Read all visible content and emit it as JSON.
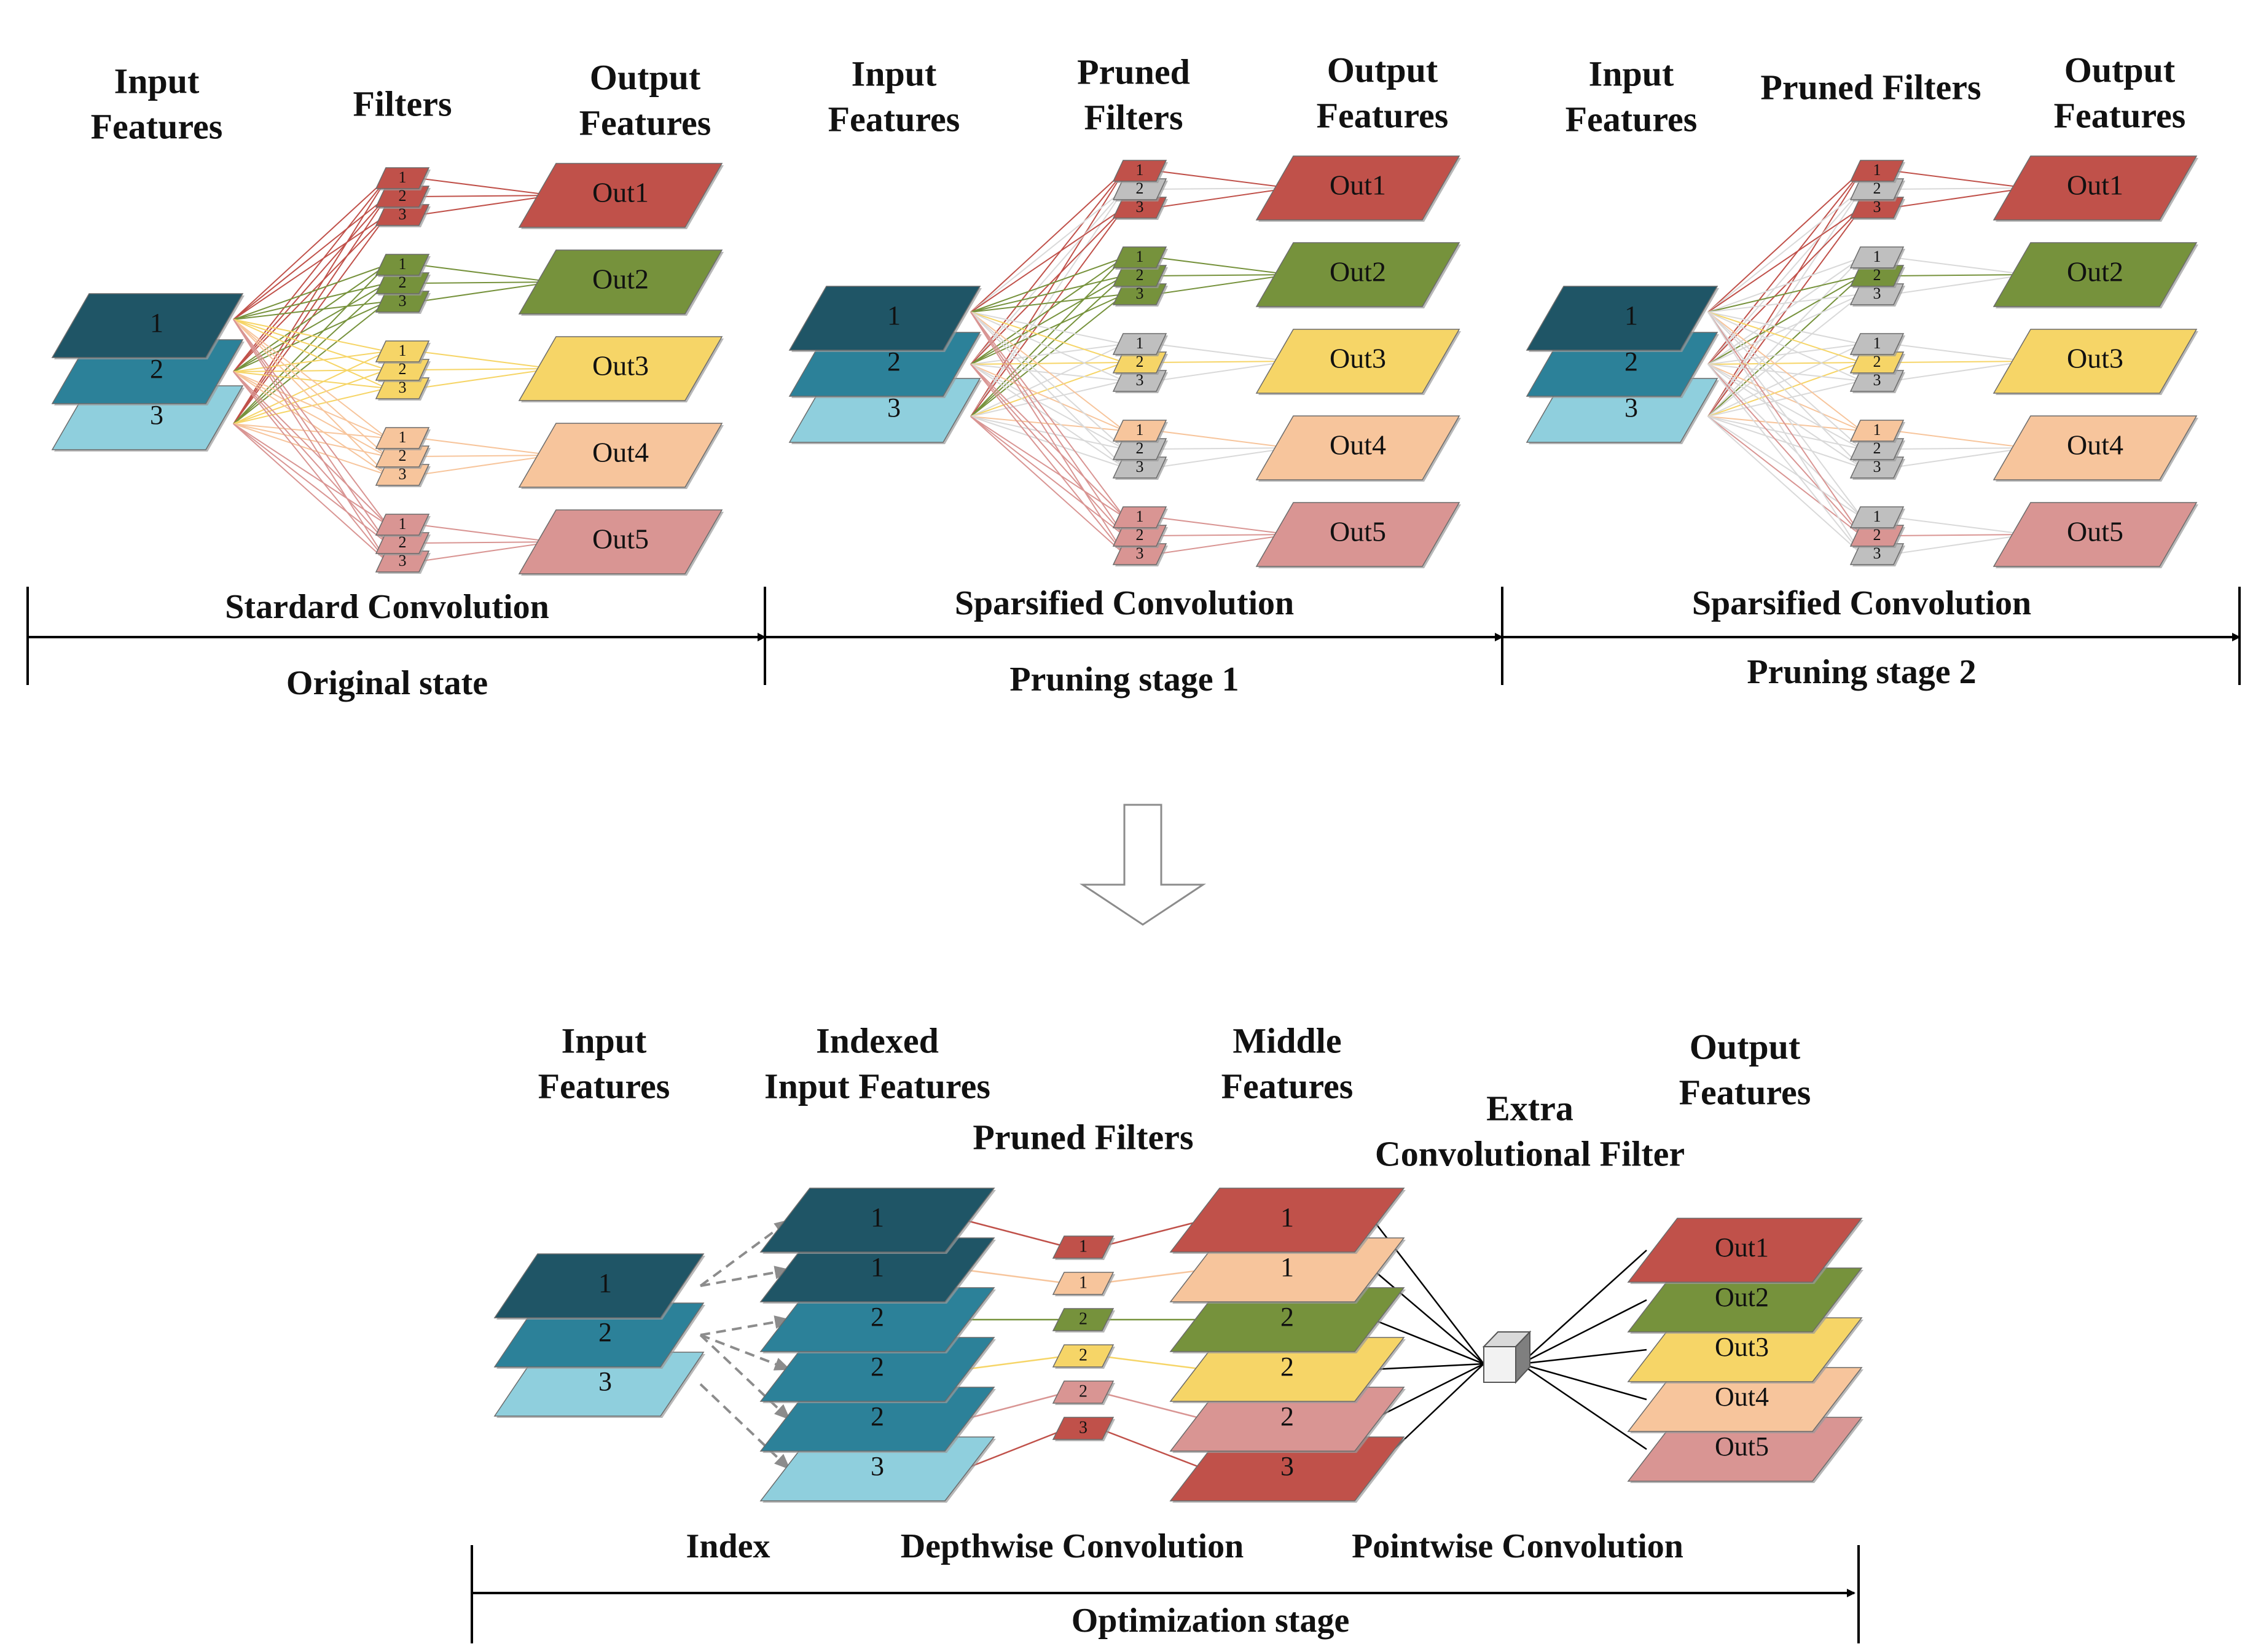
{
  "colors": {
    "feat1": "#1f5566",
    "feat2": "#2c8199",
    "feat3": "#8fcfdd",
    "red": "#c0514a",
    "green": "#76923c",
    "yellow": "#f6d567",
    "peach": "#f7c59c",
    "pink": "#d99593",
    "gray": "#bfbfbf",
    "line_dark": "#000000"
  },
  "panel1": {
    "input_label": [
      "Input",
      "Features"
    ],
    "filters_label": [
      "Filters"
    ],
    "output_label": [
      "Output",
      "Features"
    ],
    "input_layers": [
      "1",
      "2",
      "3"
    ],
    "filter_digits": [
      "1",
      "2",
      "3"
    ],
    "outputs": [
      "Out1",
      "Out2",
      "Out3",
      "Out4",
      "Out5"
    ],
    "conv_label": "Stardard Convolution",
    "stage_label": "Original state"
  },
  "panel2": {
    "input_label": [
      "Input",
      "Features"
    ],
    "filters_label": [
      "Pruned",
      "Filters"
    ],
    "output_label": [
      "Output",
      "Features"
    ],
    "input_layers": [
      "1",
      "2",
      "3"
    ],
    "filter_digits": [
      "1",
      "2",
      "3"
    ],
    "outputs": [
      "Out1",
      "Out2",
      "Out3",
      "Out4",
      "Out5"
    ],
    "conv_label": "Sparsified Convolution",
    "stage_label": "Pruning stage 1"
  },
  "panel3": {
    "input_label": [
      "Input",
      "Features"
    ],
    "filters_label": [
      "Pruned Filters"
    ],
    "output_label": [
      "Output",
      "Features"
    ],
    "input_layers": [
      "1",
      "2",
      "3"
    ],
    "filter_digits": [
      "1",
      "2",
      "3"
    ],
    "outputs": [
      "Out1",
      "Out2",
      "Out3",
      "Out4",
      "Out5"
    ],
    "conv_label": "Sparsified Convolution",
    "stage_label": "Pruning stage 2"
  },
  "bottom": {
    "input_label": [
      "Input",
      "Features"
    ],
    "indexed_label": [
      "Indexed",
      "Input Features"
    ],
    "pruned_label": "Pruned Filters",
    "middle_label": [
      "Middle",
      "Features"
    ],
    "extra_label": [
      "Extra",
      "Convolutional Filter"
    ],
    "output_label": [
      "Output",
      "Features"
    ],
    "input_layers": [
      "1",
      "2",
      "3"
    ],
    "indexed_layers": [
      "1",
      "1",
      "2",
      "2",
      "2",
      "3"
    ],
    "pruned_filters": [
      "1",
      "1",
      "2",
      "2",
      "2",
      "3"
    ],
    "middle_layers": [
      "1",
      "1",
      "2",
      "2",
      "2",
      "3"
    ],
    "outputs": [
      "Out1",
      "Out2",
      "Out3",
      "Out4",
      "Out5"
    ],
    "index_label": "Index",
    "depthwise_label": "Depthwise Convolution",
    "pointwise_label": "Pointwise Convolution",
    "stage_label": "Optimization stage"
  }
}
